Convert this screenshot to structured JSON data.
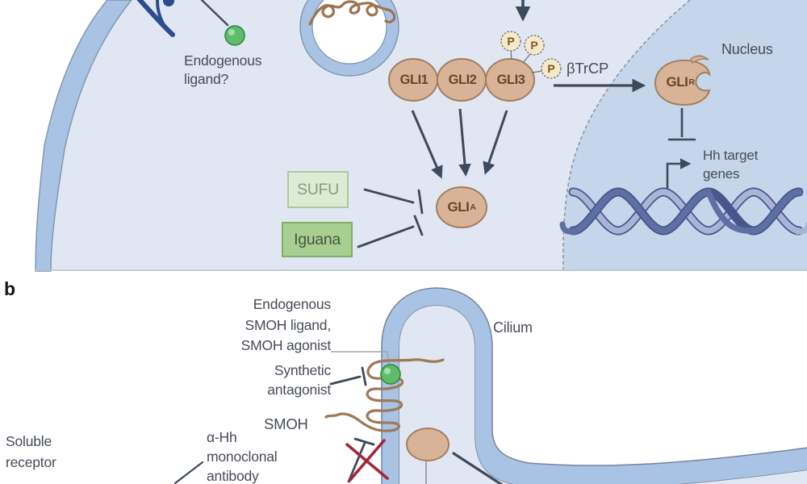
{
  "figure": {
    "panel_a": {
      "labels": {
        "endogenous_ligand": "Endogenous\nligand?",
        "btrcp": "βTrCP",
        "nucleus": "Nucleus",
        "hh_target_genes": "Hh target\ngenes"
      },
      "nodes": {
        "gli1": "GLI1",
        "gli2": "GLI2",
        "gli3": "GLI3",
        "gli_r_base": "GLI",
        "gli_r_sup": "R",
        "gli_a_base": "GLI",
        "gli_a_sup": "A",
        "sufu": "SUFU",
        "iguana": "Iguana",
        "phosphate": "P"
      }
    },
    "panel_b": {
      "label": "b",
      "labels": {
        "endogenous_smoh": "Endogenous\nSMOH ligand,\nSMOH agonist",
        "synthetic_antagonist": "Synthetic\nantagonist",
        "smoh": "SMOH",
        "alpha_hh_antibody": "α-Hh\nmonoclonal\nantibody",
        "soluble_receptor": "Soluble\nreceptor",
        "cilium": "Cilium"
      }
    },
    "colors": {
      "membrane": "#a9c3e4",
      "cell_interior": "#e0e7f2",
      "nucleus_fill": "#c5d6ea",
      "protein_tan": "#d9b397",
      "protein_tan_border": "#a17f5f",
      "phosphate_fill": "#f6e8c8",
      "sufu_green": "#dcebd3",
      "iguana_green": "#a8cf92",
      "ligand_green": "#5fbc68",
      "arrow_dark": "#3d4a5c",
      "smoh_brown": "#a0795a",
      "navy_receptor": "#2c4c8e",
      "inhibit_red": "#a32638",
      "dna_dark": "#5d6fa3",
      "dna_light": "#a9b4d6"
    }
  }
}
